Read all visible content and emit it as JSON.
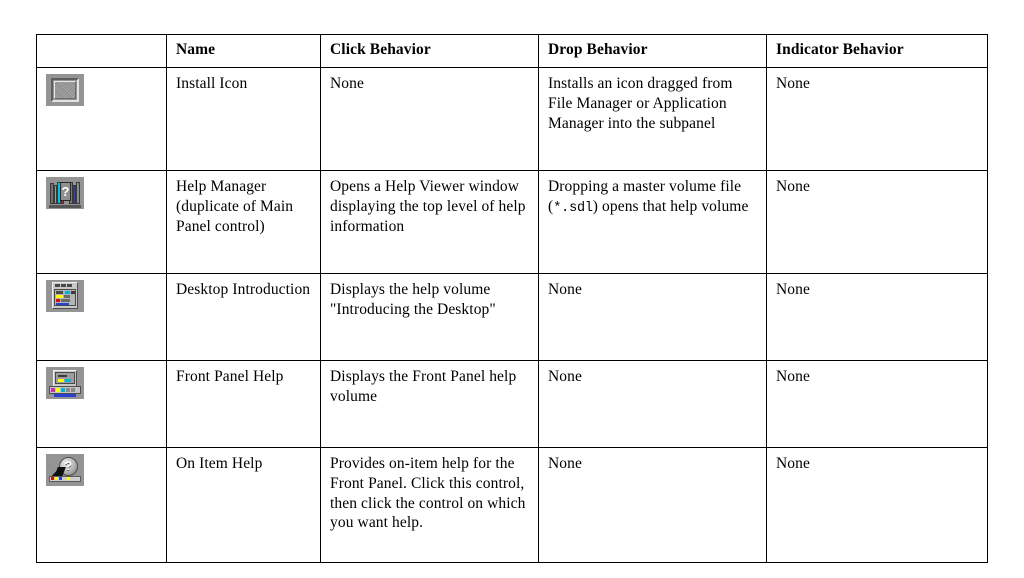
{
  "table": {
    "columns": [
      "",
      "Name",
      "Click Behavior",
      "Drop Behavior",
      "Indicator Behavior"
    ],
    "rows": [
      {
        "icon": "install-icon-control-icon",
        "name": "Install Icon",
        "click": "None",
        "drop": "Installs an icon dragged from File Manager or Application Manager into the subpanel",
        "indicator": "None"
      },
      {
        "icon": "help-manager-books-icon",
        "name": "Help Manager (duplicate of Main Panel control)",
        "click": "Opens a Help Viewer window displaying the top level of help information",
        "drop_pre": "Dropping a master volume file (",
        "drop_mono": "*.sdl",
        "drop_post": ") opens that help volume",
        "indicator": "None"
      },
      {
        "icon": "desktop-introduction-monitor-icon",
        "name": "Desktop Introduction",
        "click": "Displays the help volume \"Introducing the Desktop\"",
        "drop": "None",
        "indicator": "None"
      },
      {
        "icon": "front-panel-help-monitor-icon",
        "name": "Front Panel Help",
        "click": "Displays the Front Panel help volume",
        "drop": "None",
        "indicator": "None"
      },
      {
        "icon": "on-item-help-pointer-icon",
        "name": "On Item Help",
        "click": "Provides on-item help for the Front Panel. Click this control, then click the control on which you want help.",
        "drop": "None",
        "indicator": "None"
      }
    ]
  },
  "colors": {
    "icon_background": "#949494",
    "border": "#000000",
    "text": "#000000",
    "book_cyan": "#00c8d8",
    "book_blue": "#2a3fd0",
    "accent_yellow": "#ffff00",
    "accent_red": "#d01010"
  }
}
